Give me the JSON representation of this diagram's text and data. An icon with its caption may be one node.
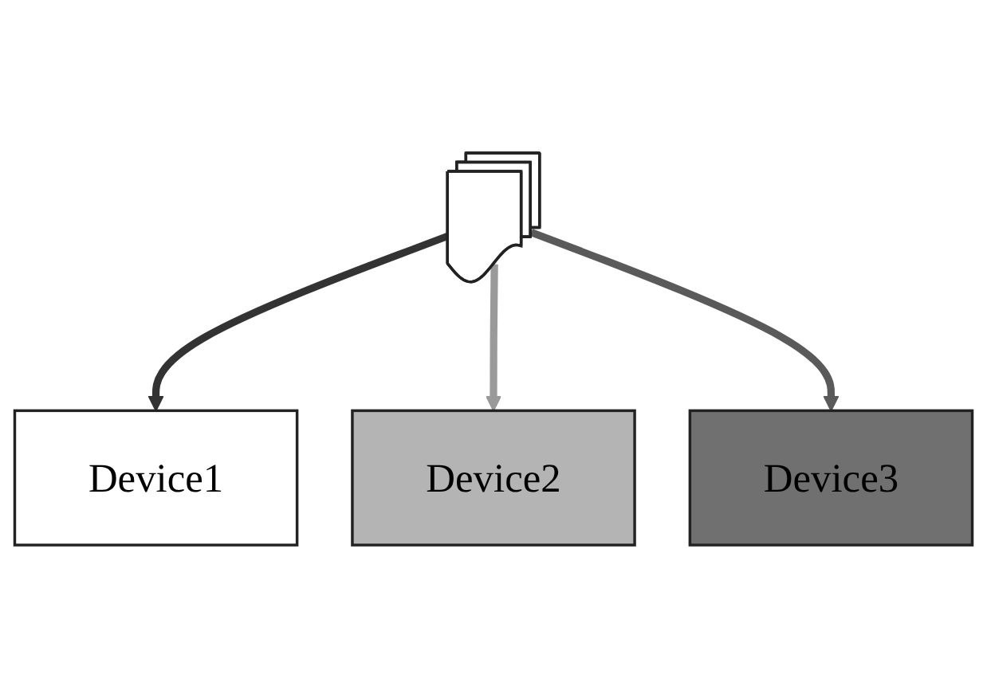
{
  "diagram": {
    "nodes": [
      {
        "text": [],
        "shape": "picture"
      },
      {
        "text": [
          "Device1"
        ]
      },
      {
        "text": [
          "Device2"
        ]
      },
      {
        "text": [
          "Device3"
        ]
      }
    ],
    "edges": [
      {
        "from": 0,
        "to": 1,
        "arrow": "to"
      },
      {
        "from": 0,
        "to": 2,
        "arrow": "to",
        "color": "#9a9a9a"
      },
      {
        "from": 0,
        "to": 3,
        "arrow": "to",
        "color": "#5a5a5a"
      }
    ]
  }
}
